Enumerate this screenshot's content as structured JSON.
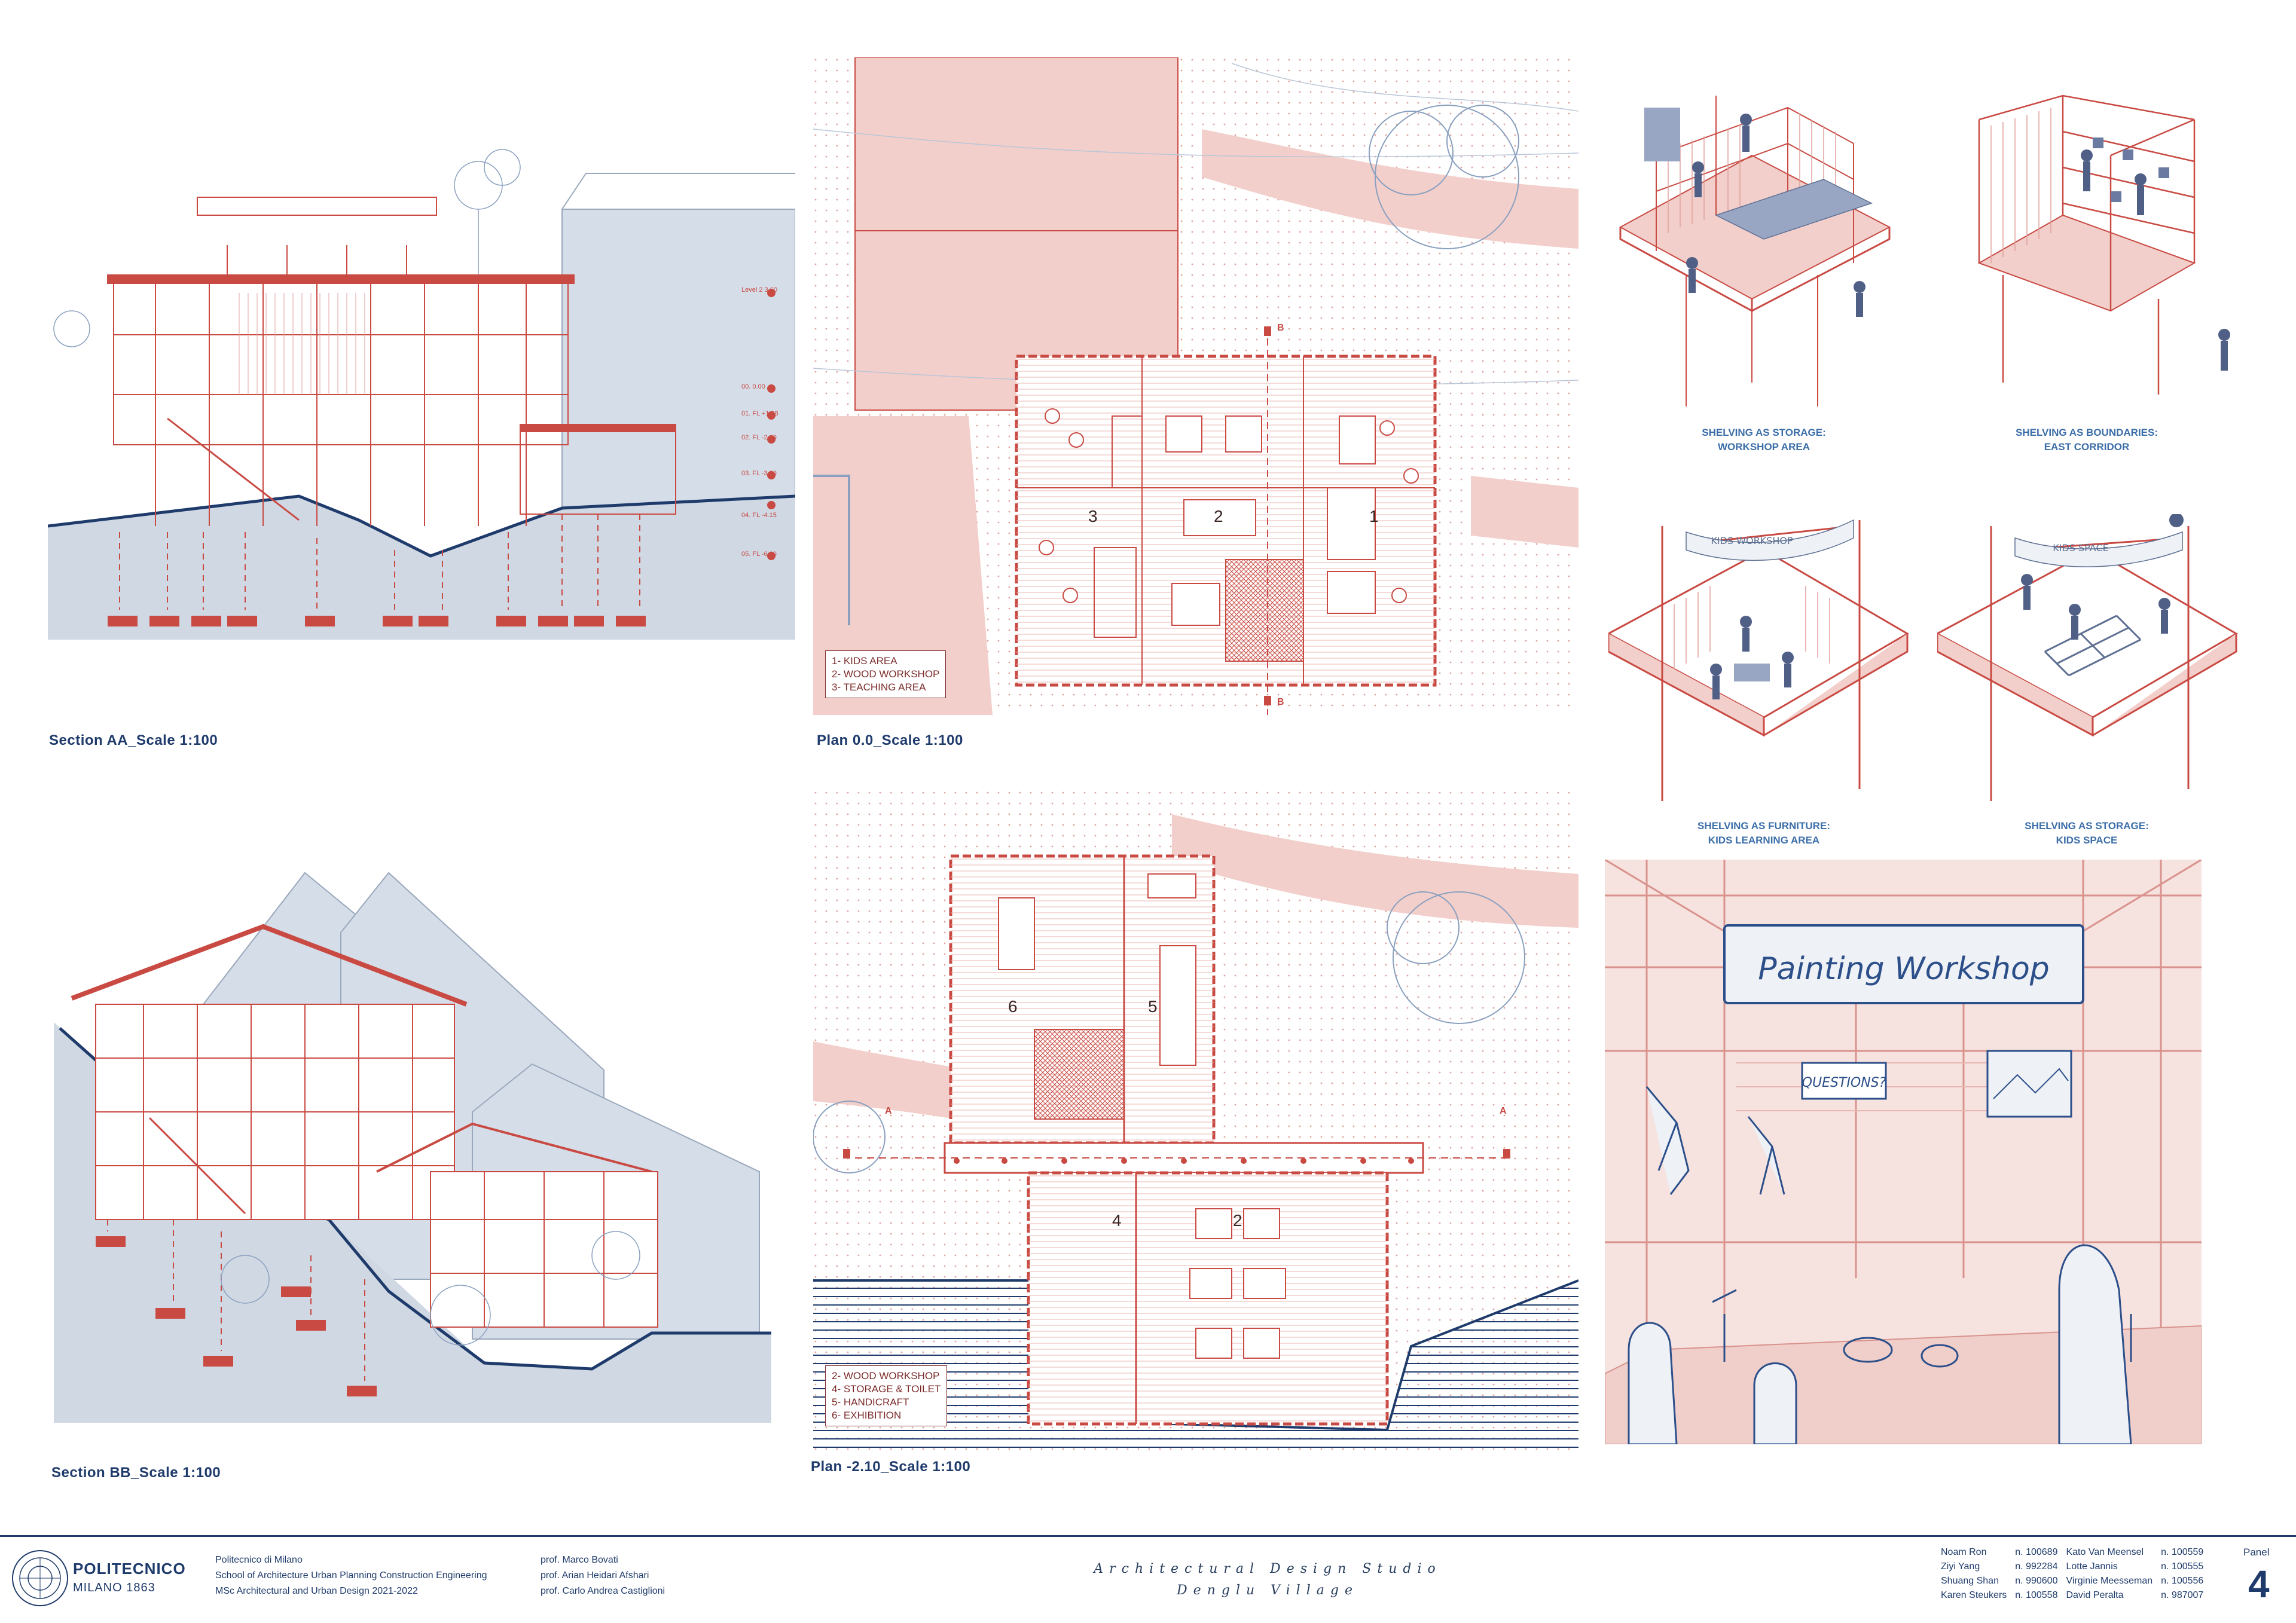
{
  "drawings": {
    "section_aa": {
      "caption": "Section AA_Scale 1:100",
      "levels": [
        "Level 2 3.60",
        "00. 0.00",
        "01. FL +1.28",
        "02. FL -2.10",
        "03. FL -3.00",
        "04. FL -4.15",
        "05. FL -6.00"
      ]
    },
    "plan_00": {
      "caption": "Plan 0.0_Scale 1:100",
      "rooms": [
        "3",
        "2",
        "1"
      ],
      "legend": [
        "1- KIDS AREA",
        "2- WOOD WORKSHOP",
        "3- TEACHING AREA"
      ],
      "cut_label": "B"
    },
    "section_bb": {
      "caption": "Section BB_Scale 1:100"
    },
    "plan_210": {
      "caption": "Plan -2.10_Scale 1:100",
      "rooms": [
        "6",
        "5",
        "4",
        "2"
      ],
      "legend": [
        "2- WOOD WORKSHOP",
        "4- STORAGE & TOILET",
        "5- HANDICRAFT",
        "6- EXHIBITION"
      ],
      "cut_label": "A"
    }
  },
  "axonometrics": [
    {
      "line1": "SHELVING AS STORAGE:",
      "line2": "WORKSHOP AREA"
    },
    {
      "line1": "SHELVING AS BOUNDARIES:",
      "line2": "EAST CORRIDOR"
    },
    {
      "line1": "SHELVING AS FURNITURE:",
      "line2": "KIDS LEARNING AREA"
    },
    {
      "line1": "SHELVING AS STORAGE:",
      "line2": "KIDS SPACE"
    }
  ],
  "axo_banners": [
    "KIDS WORKSHOP",
    "KIDS SPACE"
  ],
  "render": {
    "banner": "Painting Workshop",
    "sign": "QUESTIONS?"
  },
  "footer": {
    "logo_name": "POLITECNICO",
    "logo_sub": "MILANO 1863",
    "school_lines": [
      "Politecnico di Milano",
      "School of Architecture Urban Planning Construction Engineering",
      "MSc Architectural and Urban Design 2021-2022"
    ],
    "professors": [
      "prof. Marco Bovati",
      "prof. Arian Heidari Afshari",
      "prof. Carlo Andrea Castiglioni"
    ],
    "studio_title": "Architectural Design Studio",
    "studio_sub": "Denglu Village",
    "team": [
      {
        "name": "Noam Ron",
        "id": "n. 100689"
      },
      {
        "name": "Ziyi Yang",
        "id": "n. 992284"
      },
      {
        "name": "Shuang Shan",
        "id": "n. 990600"
      },
      {
        "name": "Karen Steukers",
        "id": "n. 100558"
      },
      {
        "name": "Kato Van Meensel",
        "id": "n. 100559"
      },
      {
        "name": "Lotte Jannis",
        "id": "n. 100555"
      },
      {
        "name": "Virginie Meesseman",
        "id": "n. 100556"
      },
      {
        "name": "David Peralta",
        "id": "n. 987007"
      }
    ],
    "panel_label": "Panel",
    "panel_number": "4"
  }
}
